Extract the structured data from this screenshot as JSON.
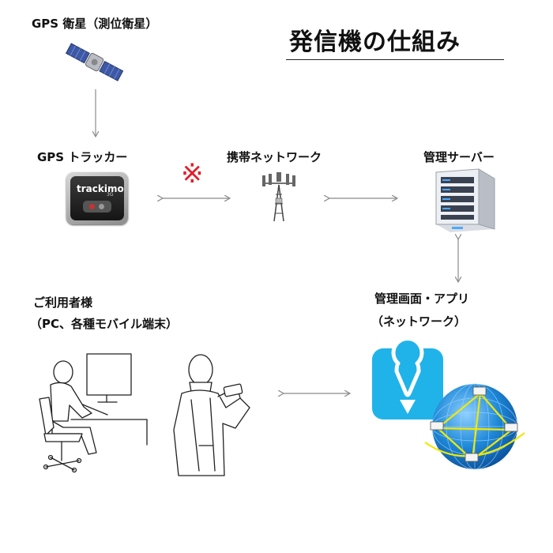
{
  "title": "発信機の仕組み",
  "labels": {
    "satellite": "GPS 衛星（測位衛星）",
    "tracker": "GPS トラッカー",
    "network": "携帯ネットワーク",
    "server": "管理サーバー",
    "users_line1": "ご利用者様",
    "users_line2": "（PC、各種モバイル端末）",
    "app_line1": "管理画面・アプリ",
    "app_line2": "（ネットワーク）",
    "note_mark": "※",
    "device_brand": "trackimo",
    "device_model": "3G"
  },
  "colors": {
    "arrow": "#8a8a8a",
    "note_mark": "#e0202a",
    "app_icon": "#1fb3ea",
    "globe": "#1e88d8",
    "link_lines": "#f2e800"
  },
  "icons": {
    "satellite": "satellite-icon",
    "tracker": "gps-tracker-device",
    "network": "cell-tower-icon",
    "server": "server-icon",
    "pc_user": "pc-user-illustration",
    "mobile_user": "mobile-user-illustration",
    "app": "map-pin-app-icon",
    "globe": "network-globe-icon"
  }
}
